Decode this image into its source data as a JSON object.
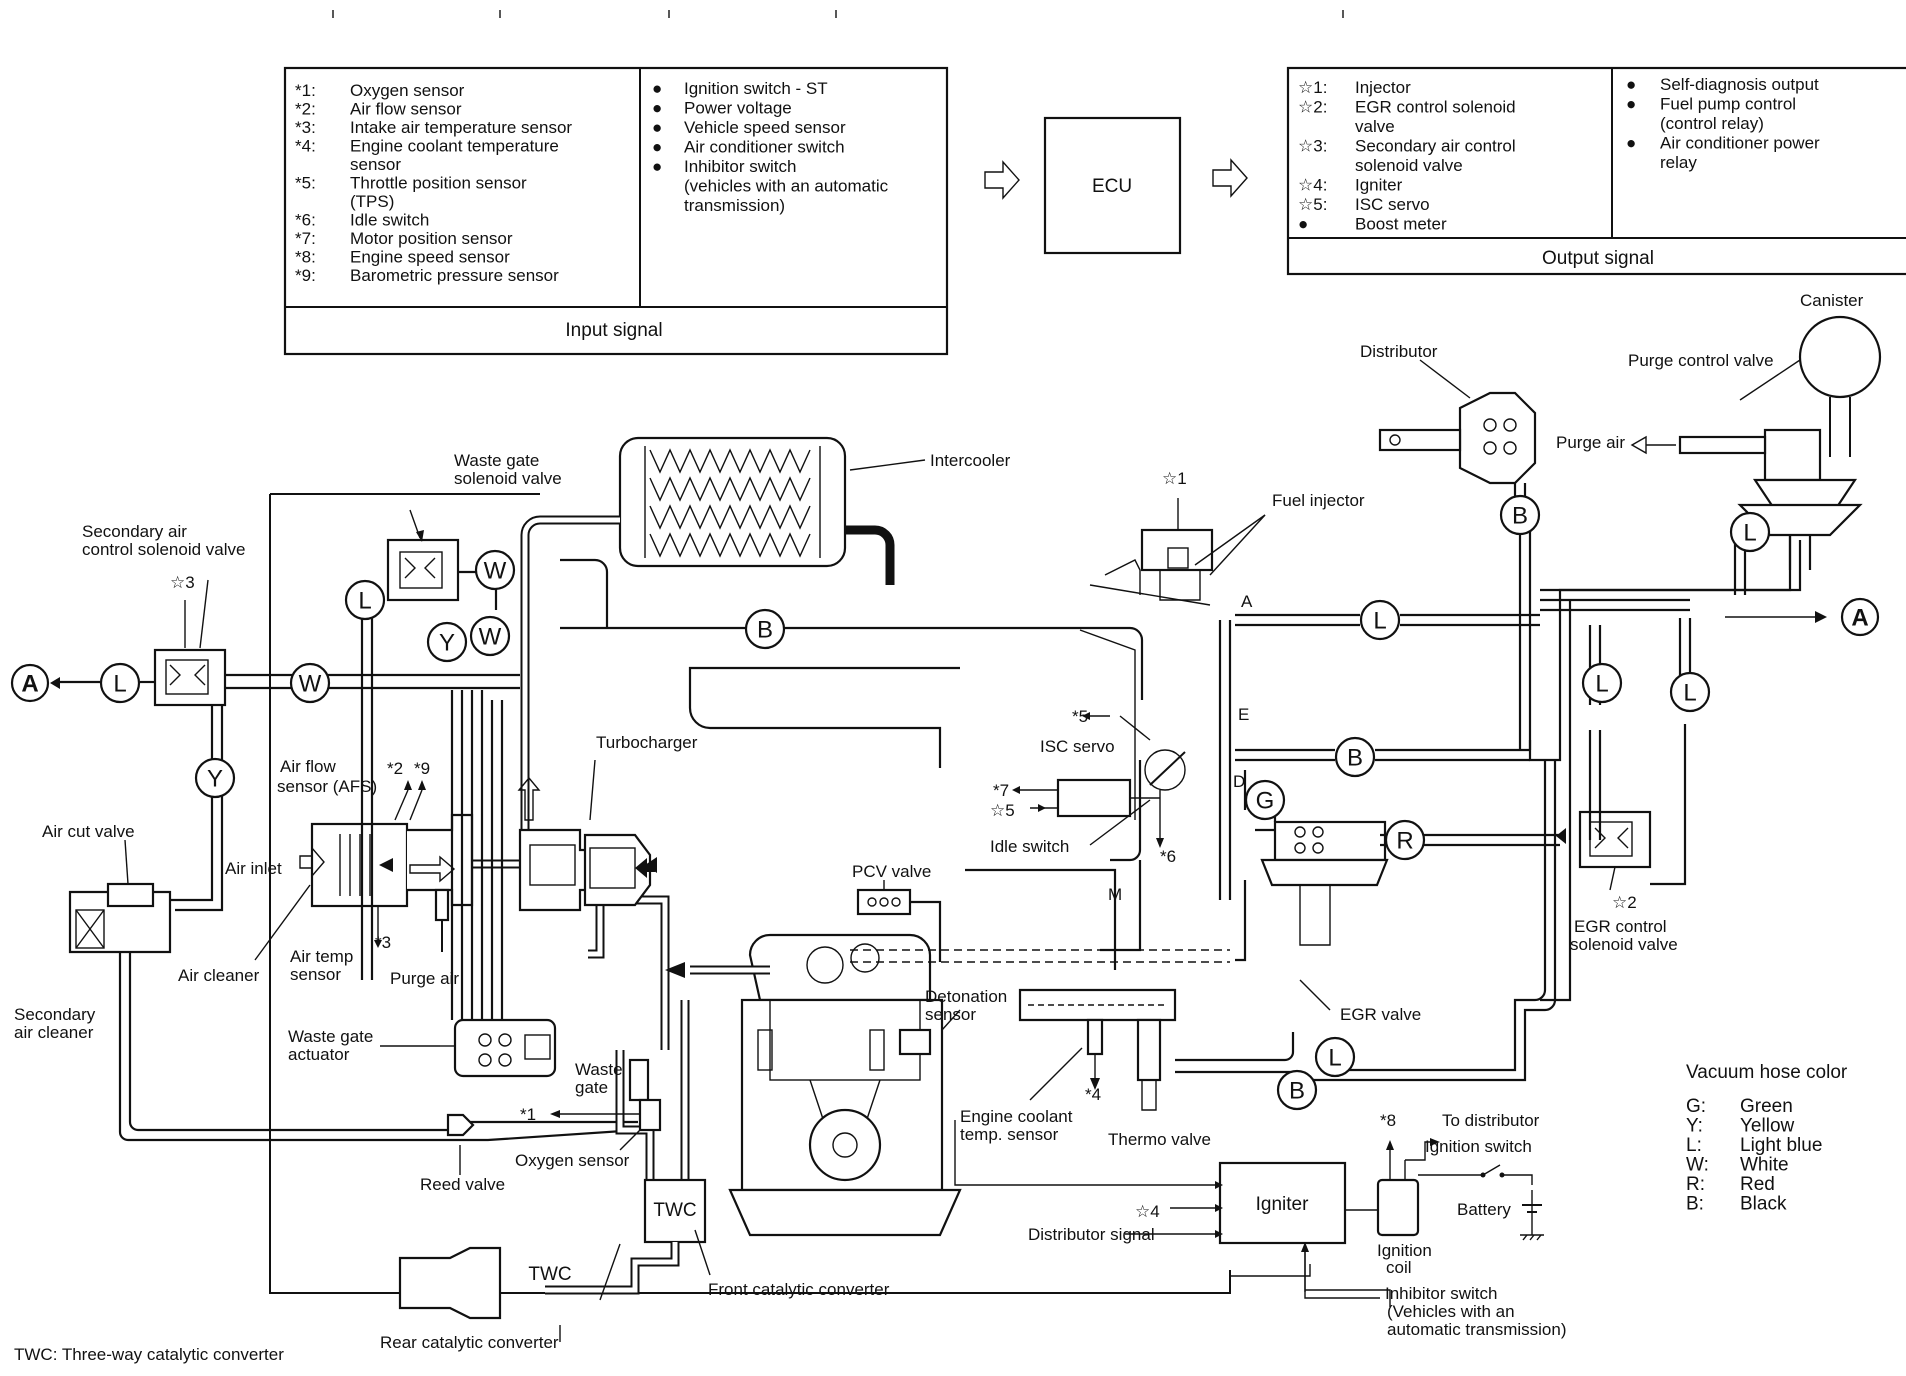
{
  "input_panel": {
    "sensors": [
      {
        "mark": "*1:",
        "label": "Oxygen sensor"
      },
      {
        "mark": "*2:",
        "label": "Air flow sensor"
      },
      {
        "mark": "*3:",
        "label": "Intake air temperature sensor"
      },
      {
        "mark": "*4:",
        "label": "Engine coolant temperature"
      },
      {
        "mark": "",
        "label": "sensor"
      },
      {
        "mark": "*5:",
        "label": "Throttle position sensor"
      },
      {
        "mark": "",
        "label": "(TPS)"
      },
      {
        "mark": "*6:",
        "label": "Idle switch"
      },
      {
        "mark": "*7:",
        "label": "Motor position sensor"
      },
      {
        "mark": "*8:",
        "label": "Engine speed sensor"
      },
      {
        "mark": "*9:",
        "label": "Barometric pressure sensor"
      }
    ],
    "switches": [
      {
        "bullet": "●",
        "label": "Ignition switch - ST"
      },
      {
        "bullet": "●",
        "label": "Power voltage"
      },
      {
        "bullet": "●",
        "label": "Vehicle speed sensor"
      },
      {
        "bullet": "●",
        "label": "Air conditioner switch"
      },
      {
        "bullet": "●",
        "label": "Inhibitor switch"
      },
      {
        "bullet": "",
        "label": "(vehicles with an automatic"
      },
      {
        "bullet": "",
        "label": "transmission)"
      }
    ],
    "footer": "Input signal"
  },
  "ecu": {
    "label": "ECU"
  },
  "output_panel": {
    "actuators": [
      {
        "mark": "☆1:",
        "label": "Injector"
      },
      {
        "mark": "☆2:",
        "label": "EGR control solenoid"
      },
      {
        "mark": "",
        "label": "valve"
      },
      {
        "mark": "☆3:",
        "label": "Secondary air control"
      },
      {
        "mark": "",
        "label": "solenoid valve"
      },
      {
        "mark": "☆4:",
        "label": "Igniter"
      },
      {
        "mark": "☆5:",
        "label": "ISC servo"
      },
      {
        "mark": "●",
        "label": "Boost meter"
      }
    ],
    "outputs": [
      {
        "bullet": "●",
        "label": "Self-diagnosis output"
      },
      {
        "bullet": "●",
        "label": "Fuel pump control"
      },
      {
        "bullet": "",
        "label": "(control relay)"
      },
      {
        "bullet": "●",
        "label": "Air conditioner power"
      },
      {
        "bullet": "",
        "label": "relay"
      }
    ],
    "footer": "Output signal"
  },
  "labels": {
    "canister": "Canister",
    "distributor": "Distributor",
    "purge_control_valve": "Purge control valve",
    "purge_air_right": "Purge air",
    "intercooler": "Intercooler",
    "waste_gate_solenoid_1": "Waste gate",
    "waste_gate_solenoid_2": "solenoid valve",
    "secondary_air_1": "Secondary air",
    "secondary_air_2": "control solenoid valve",
    "star3": "☆3",
    "star1": "☆1",
    "fuel_injector": "Fuel injector",
    "turbocharger": "Turbocharger",
    "air_flow_1": "Air flow",
    "air_flow_2": "sensor (AFS)",
    "mark2": "*2",
    "mark9": "*9",
    "air_cut_valve": "Air cut valve",
    "air_inlet": "Air inlet",
    "air_cleaner": "Air cleaner",
    "air_temp_1": "Air temp",
    "air_temp_2": "sensor",
    "mark3": "*3",
    "purge_air_left": "Purge air",
    "secondary_cleaner_1": "Secondary",
    "secondary_cleaner_2": "air cleaner",
    "waste_gate_actuator_1": "Waste gate",
    "waste_gate_actuator_2": "actuator",
    "waste_1": "Waste",
    "waste_2": "gate",
    "mark1": "*1",
    "oxygen_sensor": "Oxygen sensor",
    "reed_valve": "Reed valve",
    "twc": "TWC",
    "front_cat": "Front catalytic converter",
    "rear_cat": "Rear catalytic converter",
    "twc_note": "TWC: Three-way catalytic converter",
    "pcv_valve": "PCV valve",
    "detonation_1": "Detonation",
    "detonation_2": "sensor",
    "coolant_1": "Engine coolant",
    "coolant_2": "temp. sensor",
    "mark4": "*4",
    "thermo_valve": "Thermo valve",
    "egr_valve": "EGR valve",
    "isc_servo": "ISC servo",
    "mark5": "*5",
    "mark7": "*7",
    "star5": "☆5",
    "idle_switch": "Idle switch",
    "mark6": "*6",
    "port_a": "A",
    "port_e": "E",
    "port_d": "D",
    "port_m": "M",
    "egr_sol_star": "☆2",
    "egr_sol_1": "EGR control",
    "egr_sol_2": "solenoid valve",
    "igniter": "Igniter",
    "star4": "☆4",
    "distributor_signal": "Distributor signal",
    "mark8": "*8",
    "to_distributor": "To distributor",
    "ignition_switch": "Ignition switch",
    "battery": "Battery",
    "ignition_coil_1": "Ignition",
    "ignition_coil_2": "coil",
    "inhibitor_1": "Inhibitor switch",
    "inhibitor_2": "(Vehicles with an",
    "inhibitor_3": "automatic transmission)",
    "connector_a": "A"
  },
  "legend": {
    "title": "Vacuum hose color",
    "items": [
      {
        "code": "G:",
        "color": "Green"
      },
      {
        "code": "Y:",
        "color": "Yellow"
      },
      {
        "code": "L:",
        "color": "Light blue"
      },
      {
        "code": "W:",
        "color": "White"
      },
      {
        "code": "R:",
        "color": "Red"
      },
      {
        "code": "B:",
        "color": "Black"
      }
    ]
  },
  "hose_tags": [
    "W",
    "L",
    "Y",
    "W",
    "W",
    "L",
    "Y",
    "B",
    "L",
    "B",
    "L",
    "L",
    "L",
    "B",
    "G",
    "R",
    "L",
    "B"
  ]
}
